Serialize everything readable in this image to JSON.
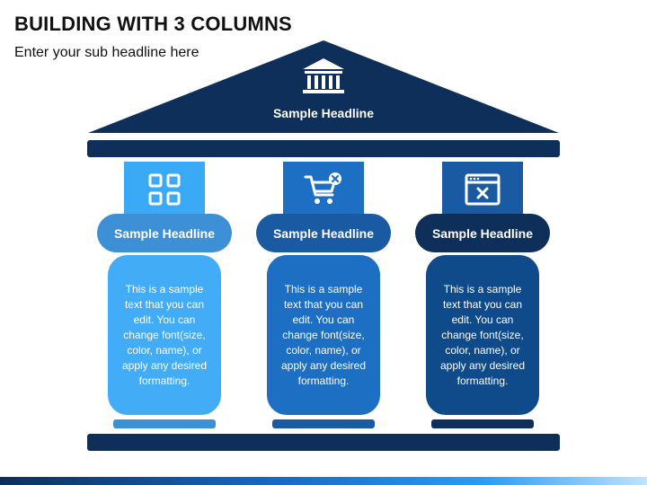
{
  "slide": {
    "title": "BUILDING WITH 3 COLUMNS",
    "subtitle": "Enter your sub headline here"
  },
  "roof": {
    "headline": "Sample Headline",
    "icon": "bank-building-icon",
    "color": "#0d2f5a"
  },
  "columns": [
    {
      "headline": "Sample Headline",
      "text": "This is a sample text that you can edit. You can change font(size, color, name), or apply any desired formatting.",
      "icon": "grid-apps-icon",
      "icon_color": "#3aaaf6",
      "cap_color": "#3d8fd6",
      "shaft_color": "#42acf7",
      "foot_color": "#3d8fd6"
    },
    {
      "headline": "Sample Headline",
      "text": "This is a sample text that you can edit. You can change font(size, color, name), or apply any desired formatting.",
      "icon": "cart-remove-icon",
      "icon_color": "#1c6fc2",
      "cap_color": "#1a5aa3",
      "shaft_color": "#1c6fc2",
      "foot_color": "#1a5aa3"
    },
    {
      "headline": "Sample Headline",
      "text": "This is a sample text that you can edit. You can change font(size, color, name), or apply any desired formatting.",
      "icon": "browser-window-close-icon",
      "icon_color": "#1a5aa3",
      "cap_color": "#0d2f5a",
      "shaft_color": "#0f4a8a",
      "foot_color": "#0d2f5a"
    }
  ],
  "beam_color": "#0d2f5a"
}
